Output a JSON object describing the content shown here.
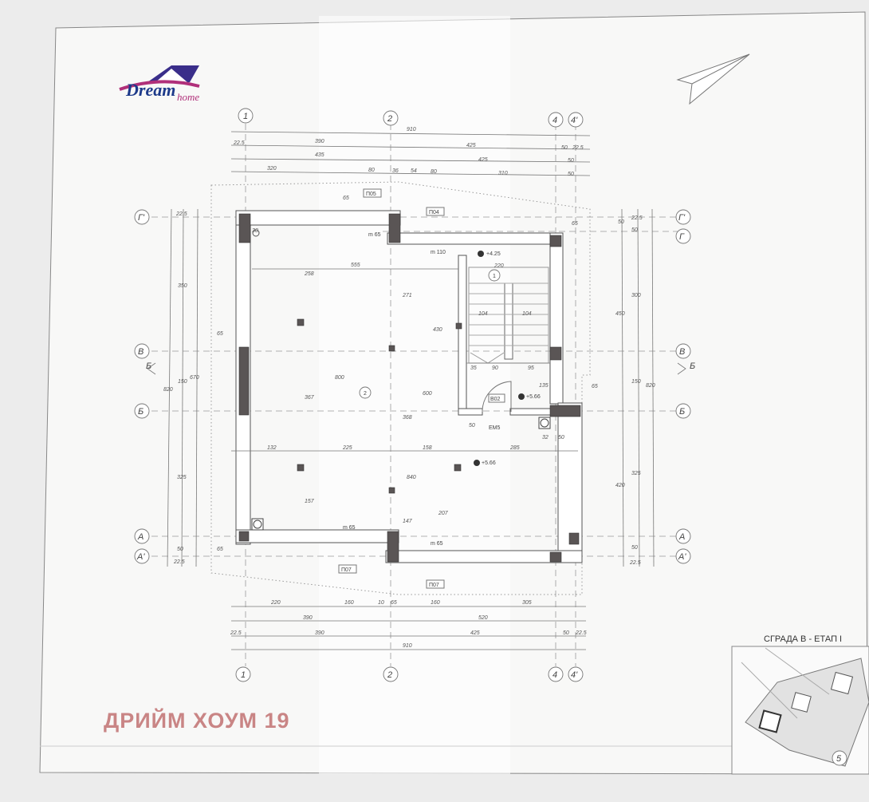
{
  "logo": {
    "text": "Dream home",
    "colors": {
      "blue": "#1d3a8a",
      "magenta": "#b0307a"
    }
  },
  "watermark": "ДРИЙМ ХОУМ 19",
  "inset": {
    "title": "СГРАДА В - ЕТАП І",
    "sheet_number": "5"
  },
  "axes": {
    "vertical": [
      "1",
      "2",
      "4",
      "4'"
    ],
    "horizontal_left": [
      "Г'",
      "В",
      "Б",
      "А",
      "А'"
    ],
    "horizontal_right": [
      "Г'",
      "Г",
      "В",
      "Б",
      "А",
      "А'"
    ],
    "section_mark": "Б"
  },
  "dims_top": {
    "row1": [
      "910"
    ],
    "row2": [
      "22.5",
      "390",
      "425",
      "50",
      "22.5"
    ],
    "row3": [
      "435",
      "425",
      "50"
    ],
    "row4": [
      "320",
      "80",
      "36",
      "54",
      "80",
      "310",
      "50"
    ]
  },
  "dims_bottom": {
    "row1": [
      "220",
      "160",
      "10",
      "65",
      "160",
      "305"
    ],
    "row2": [
      "390",
      "520"
    ],
    "row3": [
      "22.5",
      "390",
      "425",
      "50",
      "22.5"
    ],
    "row4": [
      "910"
    ]
  },
  "dims_left": [
    "22.5",
    "350",
    "150",
    "325",
    "50",
    "22.5",
    "820",
    "670",
    "65",
    "65"
  ],
  "dims_right": [
    "50",
    "22.5",
    "50",
    "300",
    "450",
    "150",
    "820",
    "420",
    "325",
    "50",
    "22.5",
    "65",
    "65"
  ],
  "dims_inner": [
    "555",
    "258",
    "367",
    "157",
    "132",
    "225",
    "158",
    "285",
    "271",
    "430",
    "368",
    "207",
    "147",
    "800",
    "840",
    "600",
    "35",
    "90",
    "95",
    "50",
    "32",
    "50",
    "104",
    "104",
    "220",
    "135",
    "30",
    "65"
  ],
  "tags": {
    "p05": "П05",
    "p04": "П04",
    "p07a": "П07",
    "p07b": "П07",
    "b02": "В02",
    "em": "ЕМ5",
    "m65a": "m 65",
    "m65b": "m 65",
    "m65c": "m 65",
    "m110": "m 110"
  },
  "levels": {
    "stair": "+4.25",
    "hall": "+5.66",
    "main": "+5.66"
  },
  "rooms": {
    "stair": "1",
    "main": "2"
  }
}
